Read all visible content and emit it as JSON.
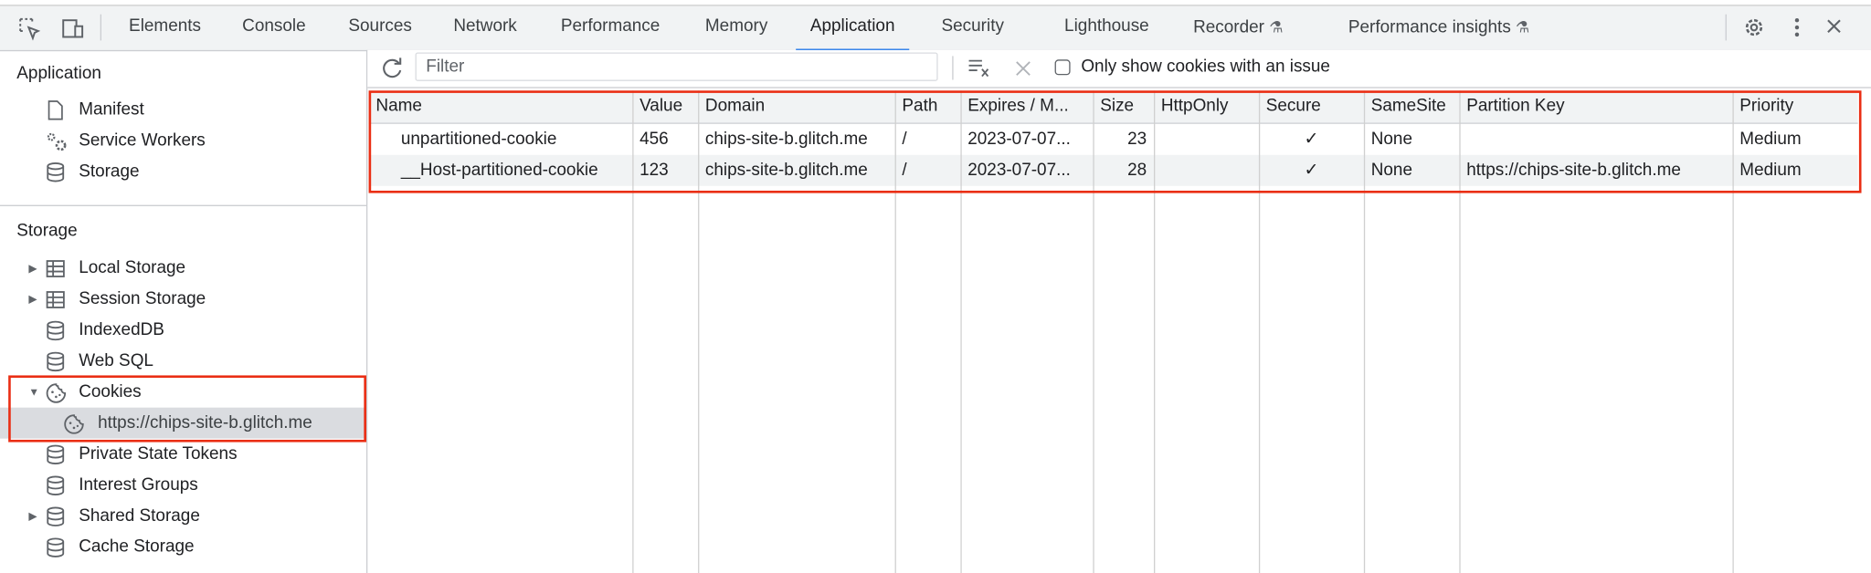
{
  "tabs": [
    "Elements",
    "Console",
    "Sources",
    "Network",
    "Performance",
    "Memory",
    "Application",
    "Security",
    "Lighthouse",
    "Recorder",
    "Performance insights"
  ],
  "active_tab": "Application",
  "experimental_icon": "flask-icon",
  "sidebar": {
    "application_heading": "Application",
    "application_items": [
      {
        "label": "Manifest",
        "icon": "document-icon"
      },
      {
        "label": "Service Workers",
        "icon": "gears-icon"
      },
      {
        "label": "Storage",
        "icon": "database-icon"
      }
    ],
    "storage_heading": "Storage",
    "storage_items": [
      {
        "label": "Local Storage",
        "icon": "table-icon",
        "expandable": true
      },
      {
        "label": "Session Storage",
        "icon": "table-icon",
        "expandable": true
      },
      {
        "label": "IndexedDB",
        "icon": "database-icon"
      },
      {
        "label": "Web SQL",
        "icon": "database-icon"
      },
      {
        "label": "Cookies",
        "icon": "cookie-icon",
        "expanded": true
      },
      {
        "label": "https://chips-site-b.glitch.me",
        "icon": "cookie-icon",
        "selected": true
      },
      {
        "label": "Private State Tokens",
        "icon": "database-icon"
      },
      {
        "label": "Interest Groups",
        "icon": "database-icon"
      },
      {
        "label": "Shared Storage",
        "icon": "database-icon",
        "expandable": true
      },
      {
        "label": "Cache Storage",
        "icon": "database-icon"
      }
    ]
  },
  "toolbar": {
    "filter_placeholder": "Filter",
    "filter_value": "",
    "only_issues_label": "Only show cookies with an issue",
    "only_issues_checked": false
  },
  "table": {
    "columns": [
      "Name",
      "Value",
      "Domain",
      "Path",
      "Expires / M...",
      "Size",
      "HttpOnly",
      "Secure",
      "SameSite",
      "Partition Key",
      "Priority"
    ],
    "rows": [
      [
        "unpartitioned-cookie",
        "456",
        "chips-site-b.glitch.me",
        "/",
        "2023-07-07...",
        "23",
        "",
        "✓",
        "None",
        "",
        "Medium"
      ],
      [
        "__Host-partitioned-cookie",
        "123",
        "chips-site-b.glitch.me",
        "/",
        "2023-07-07...",
        "28",
        "",
        "✓",
        "None",
        "https://chips-site-b.glitch.me",
        "Medium"
      ]
    ]
  },
  "colors": {
    "accent": "#1a73e8",
    "highlight_box": "#ea2e14",
    "selected_bg": "#dadce0"
  }
}
